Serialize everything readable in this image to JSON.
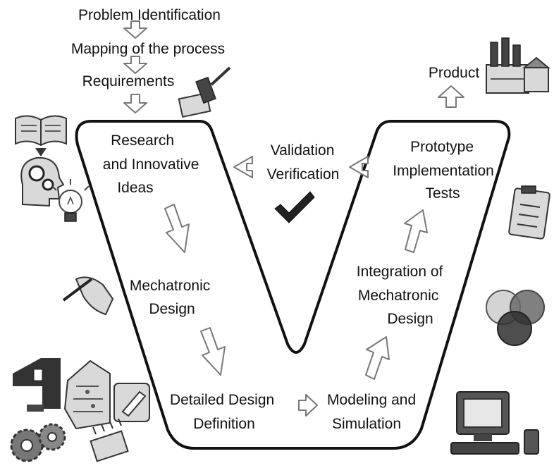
{
  "top_steps": [
    "Problem Identification",
    "Mapping of the process",
    "Requirements"
  ],
  "v_stages": {
    "research": [
      "Research",
      "and Innovative",
      "Ideas"
    ],
    "mechatronic_design": [
      "Mechatronic",
      "Design"
    ],
    "detailed_design": [
      "Detailed Design",
      "Definition"
    ],
    "modeling": [
      "Modeling and",
      "Simulation"
    ],
    "integration": [
      "Integration of",
      "Mechatronic",
      "Design"
    ],
    "prototype": [
      "Prototype",
      "Implementation",
      "Tests"
    ],
    "validation": [
      "Validation",
      "Verification"
    ]
  },
  "output": "Product",
  "icons": [
    "book-icon",
    "head-gears-icon",
    "lightbulb-icon",
    "hand-pen-icon",
    "machine-icon",
    "circuit-board-icon",
    "hand-tool-icon",
    "gears-icon",
    "chip-icon",
    "pencil-paper-icon",
    "factory-icon",
    "clipboard-icon",
    "venn-circles-icon",
    "computer-icon",
    "checkmark-icon"
  ],
  "colors": {
    "line": "#111111",
    "arrow_stroke": "#777777",
    "clipart": "#444444"
  }
}
